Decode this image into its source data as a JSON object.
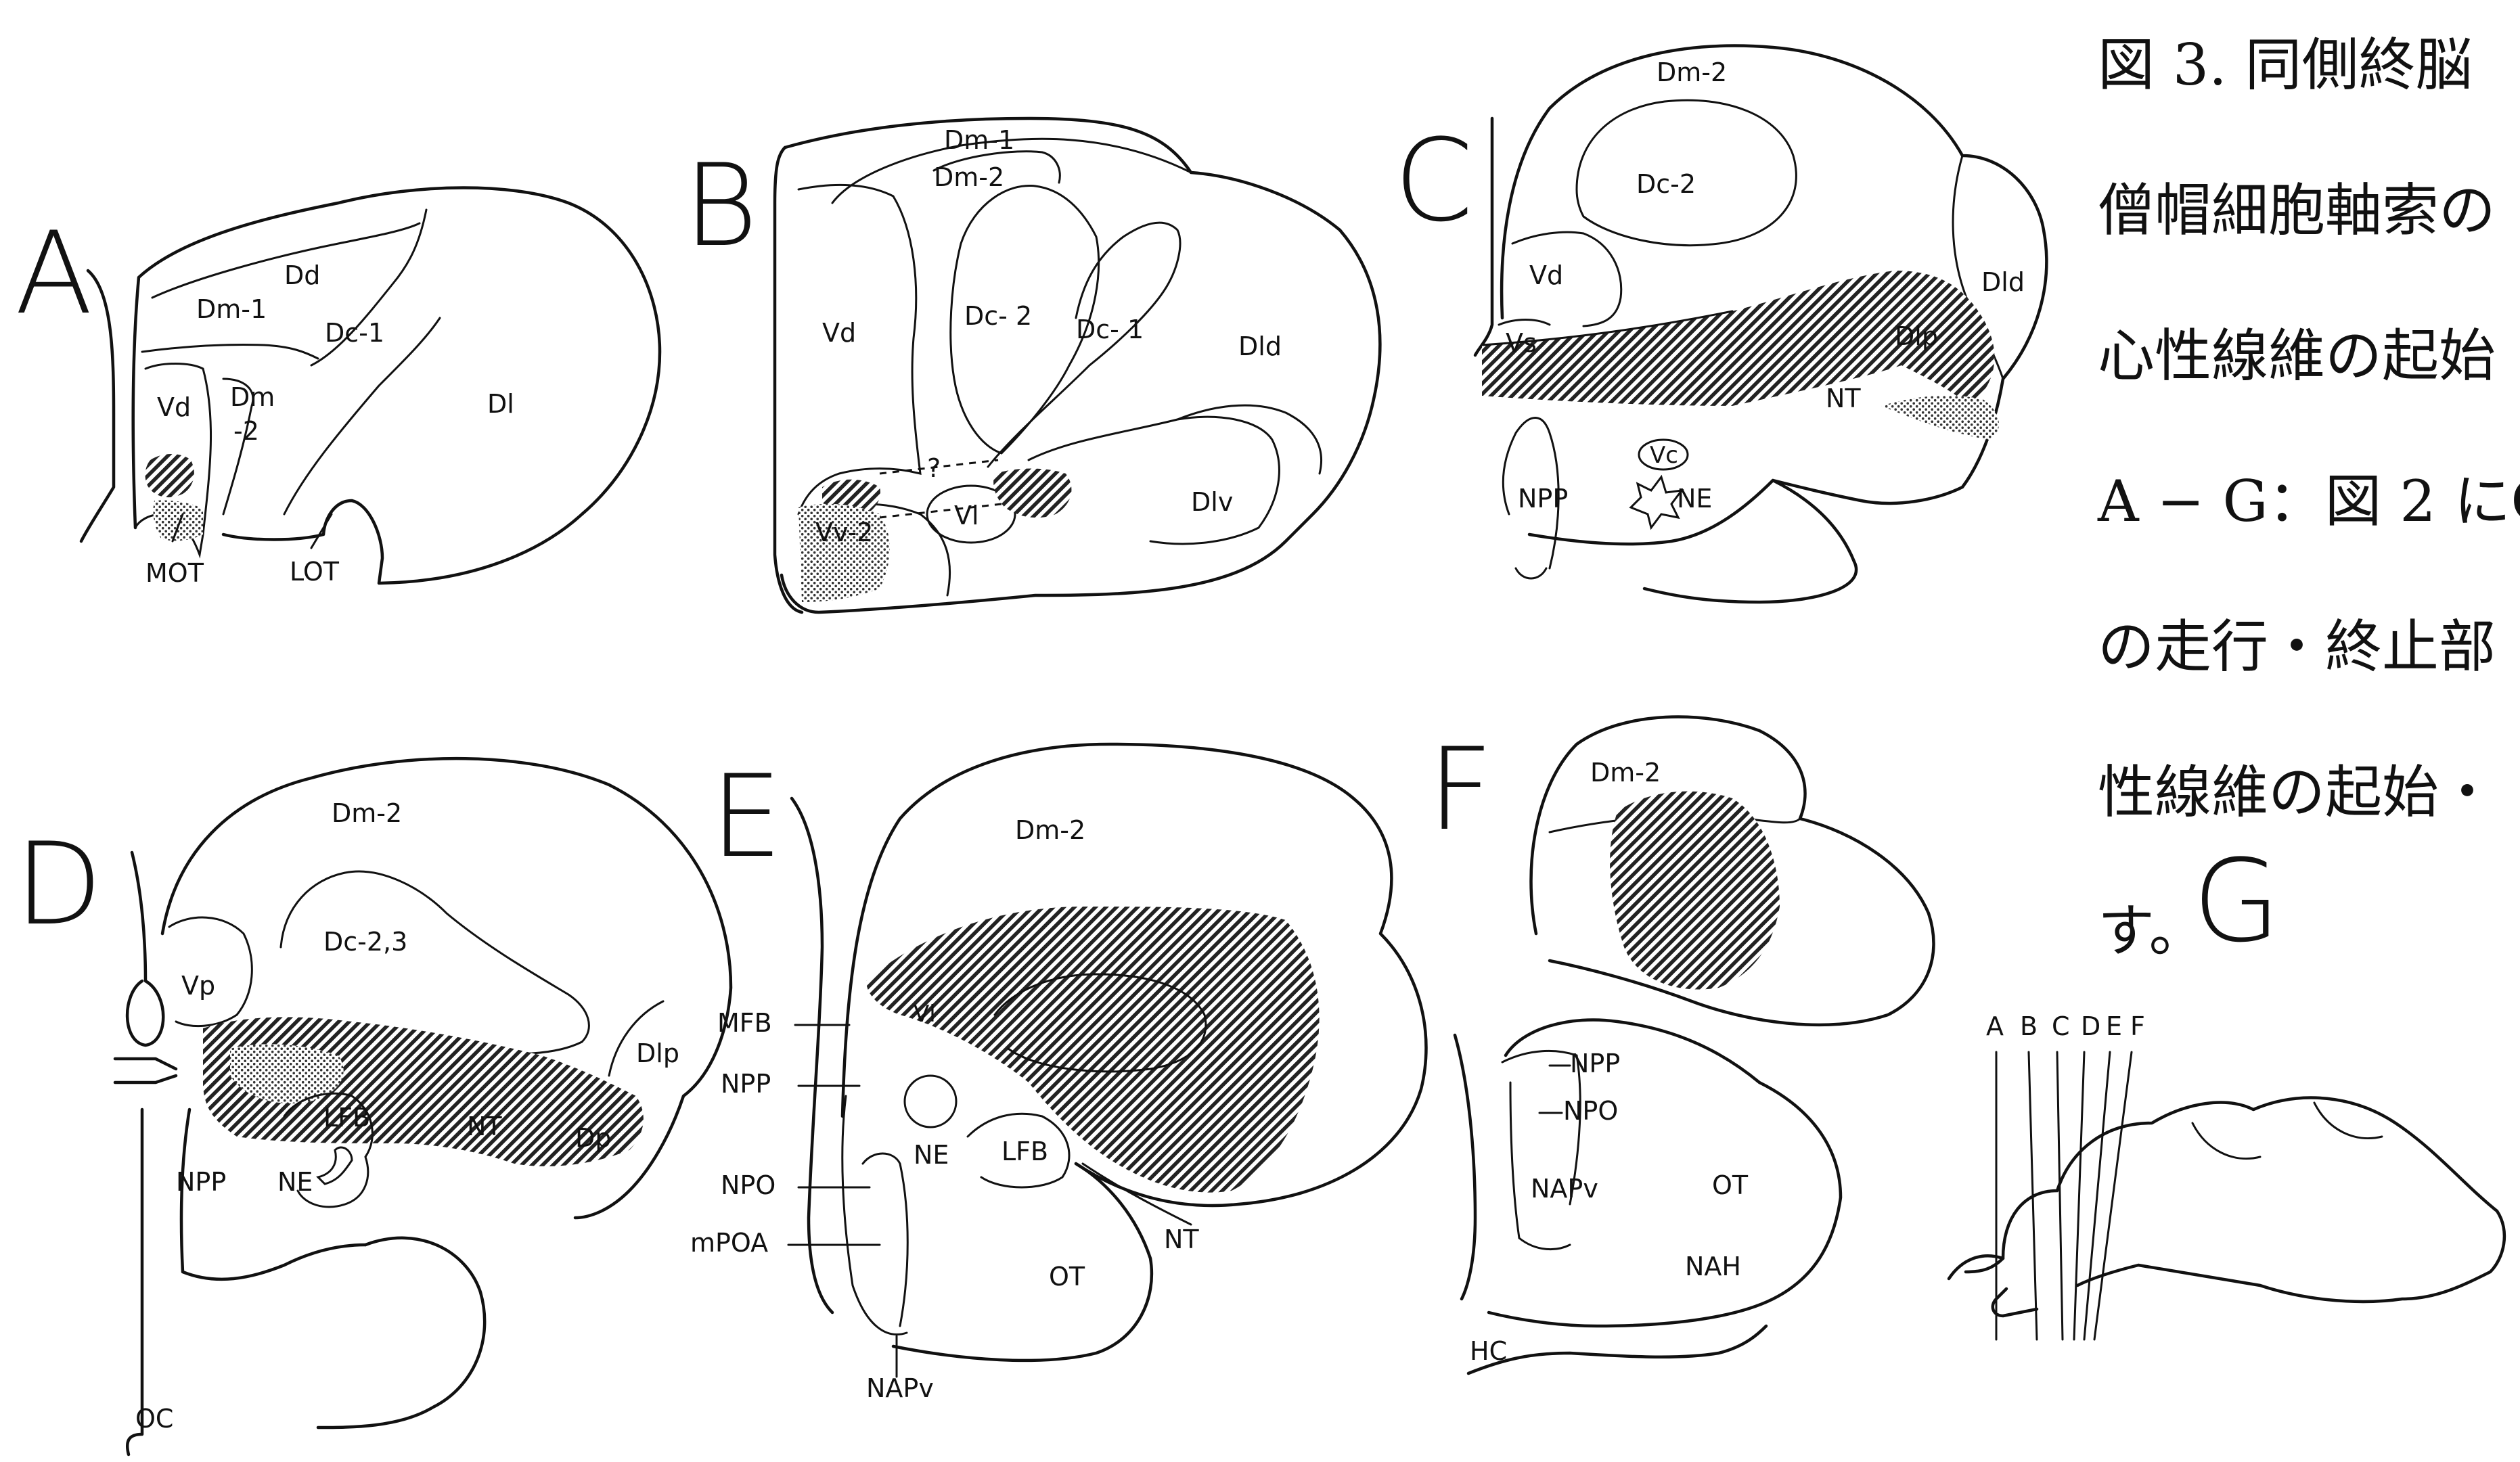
{
  "caption": {
    "lines": [
      "図 3.  同側終脳",
      "僧帽細胞軸索の",
      "心性線維の起始",
      "A − G：図 2 にC",
      "の走行・終止部",
      "性線維の起始・",
      "す。"
    ]
  },
  "panels": {
    "A": {
      "letter": "A",
      "labels": {
        "dd": "Dd",
        "dm1": "Dm-1",
        "dc1": "Dc-1",
        "vd": "Vd",
        "dm2a": "Dm",
        "dm2b": "-2",
        "dl": "Dl",
        "mot": "MOT",
        "lot": "LOT"
      }
    },
    "B": {
      "letter": "B",
      "labels": {
        "dm1": "Dm-1",
        "dm2": "Dm-2",
        "vd": "Vd",
        "dc2": "Dc- 2",
        "dc1": "Dc- 1",
        "dld": "Dld",
        "vv2": "Vv-2",
        "vl": "Vl",
        "dlv": "Dlv",
        "q": "?"
      }
    },
    "C": {
      "letter": "C",
      "labels": {
        "dm2": "Dm-2",
        "dc2": "Dc-2",
        "vd": "Vd",
        "vs": "Vs",
        "dld": "Dld",
        "dlp": "Dlp",
        "vc": "Vc",
        "ne": "NE",
        "npp": "NPP",
        "nt": "NT"
      }
    },
    "D": {
      "letter": "D",
      "labels": {
        "dm2": "Dm-2",
        "dc23": "Dc-2,3",
        "vp": "Vp",
        "dlp": "Dlp",
        "lfb": "LFB",
        "ne": "NE",
        "npp": "NPP",
        "nt": "NT",
        "dp": "Dp",
        "oc": "OC"
      }
    },
    "E": {
      "letter": "E",
      "labels": {
        "dm2": "Dm-2",
        "mfb": "MFB",
        "npp": "NPP",
        "npo": "NPO",
        "mpoa": "mPOA",
        "ne": "NE",
        "lfb": "LFB",
        "ot": "OT",
        "nt": "NT",
        "napv": "NAPv",
        "vl": "Vl"
      }
    },
    "F": {
      "letter": "F",
      "labels": {
        "dm2": "Dm-2",
        "npp": "NPP",
        "npo": "NPO",
        "napv": "NAPv",
        "ot": "OT",
        "nah": "NAH",
        "hc": "HC"
      }
    },
    "G": {
      "letter": "G",
      "section_letters": [
        "A",
        "B",
        "C",
        "D",
        "E",
        "F"
      ]
    }
  }
}
